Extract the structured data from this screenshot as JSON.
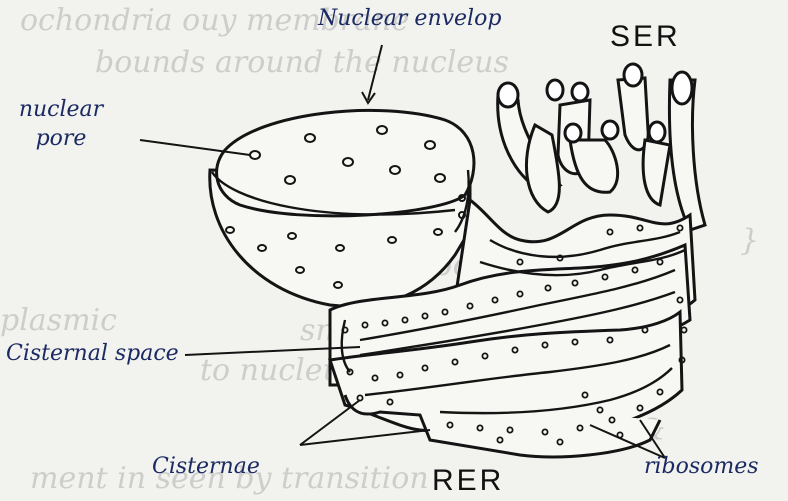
{
  "labels": {
    "nuclear_envelope": "Nuclear envelop",
    "nuclear_pore": "nuclear pore",
    "ser": "SER",
    "cisternal_space": "Cisternal space",
    "cisternae": "Cisternae",
    "rer": "RER",
    "ribosomes": "ribosomes"
  },
  "colors": {
    "ink": "#1b2a63",
    "outline": "#141414",
    "paper": "#f2f2ee",
    "fill": "#f7f7f4"
  }
}
